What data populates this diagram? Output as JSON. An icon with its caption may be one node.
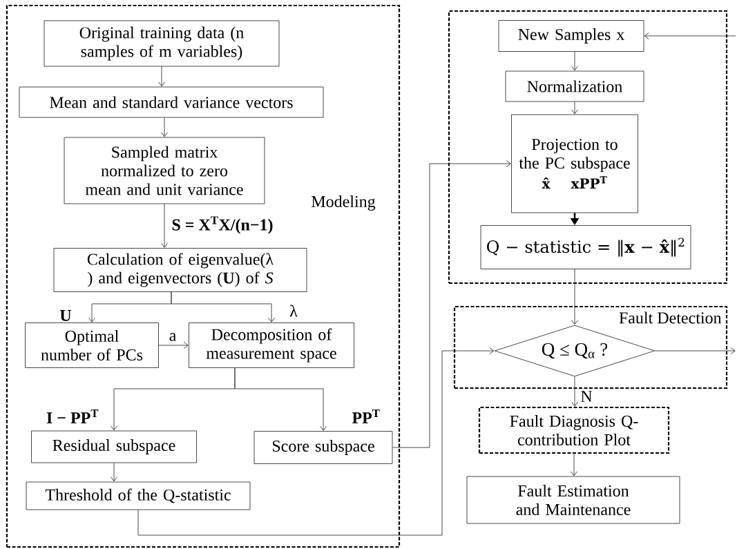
{
  "diagram": {
    "nodes": [
      {
        "text": [
          "Modeling"
        ]
      },
      {
        "text": [
          "Original training data (n samples of m variables)"
        ],
        "in": 0
      },
      {
        "text": [
          "Mean and standard variance vectors"
        ],
        "in": 0
      },
      {
        "text": [
          "Sampled matrix normalized to zero mean and unit variance"
        ],
        "in": 0
      },
      {
        "text": [
          "Calculation of eigenvalue(λ ) and eigenvectors (**U**) of *S*"
        ],
        "in": 0
      },
      {
        "text": [
          "Optimal number of PCs"
        ],
        "in": 0
      },
      {
        "text": [
          "Decomposition of measurement space"
        ],
        "in": 0
      },
      {
        "text": [
          "Residual subspace"
        ],
        "in": 0
      },
      {
        "text": [
          "Score subspace"
        ],
        "in": 0
      },
      {
        "text": [
          "Threshold of the Q-statistic"
        ],
        "in": 0
      },
      {
        "text": [],
        "shape": "box"
      },
      {
        "text": [
          "New Samples x"
        ],
        "in": 10
      },
      {
        "text": [
          "Normalization"
        ],
        "in": 10
      },
      {
        "text": [
          "Projection to the PC subspace",
          "x̂",
          "xPP$^{T}$"
        ],
        "in": 10
      },
      {
        "text": [
          "Q − statistic = ‖**x** − **x̂**‖$^{2}$"
        ],
        "in": 10
      },
      {
        "text": [
          "Fault Detection"
        ]
      },
      {
        "text": [
          "Q ≤ Q$_{α}$ ?"
        ],
        "in": 15
      },
      {
        "text": [
          "Fault Diagnosis Q-contribution Plot"
        ]
      },
      {
        "text": [
          "Fault Estimation and Maintenance"
        ]
      }
    ],
    "edges": [
      {
        "from": 1,
        "to": 2,
        "arrow": "to"
      },
      {
        "from": 2,
        "to": 3,
        "arrow": "to"
      },
      {
        "from": 3,
        "to": 4,
        "arrow": "to",
        "label": "S = X$^{T}$X/(n−1)"
      },
      {
        "from": 4,
        "to": 5,
        "arrow": "to",
        "label": "U"
      },
      {
        "from": 4,
        "to": 6,
        "arrow": "to",
        "label": "λ"
      },
      {
        "from": 5,
        "to": 6,
        "arrow": "to",
        "label": "a"
      },
      {
        "from": 6,
        "to": 7,
        "arrow": "to",
        "label": "I − PP$^{T}$"
      },
      {
        "from": 6,
        "to": 8,
        "arrow": "to",
        "label": "PP$^{T}$"
      },
      {
        "from": 7,
        "to": 9,
        "arrow": "to"
      },
      {
        "from": 9,
        "to": 16,
        "arrow": "to"
      },
      {
        "from": 8,
        "to": 13,
        "arrow": "to"
      },
      {
        "from": 11,
        "to": 12,
        "arrow": "to"
      },
      {
        "from": 12,
        "to": 13,
        "arrow": "to"
      },
      {
        "from": 13,
        "to": 14,
        "arrow": "to",
        "style": "thick"
      },
      {
        "from": 14,
        "to": 16,
        "arrow": "to"
      },
      {
        "from": 16,
        "to": 17,
        "arrow": "to",
        "label": "N"
      },
      {
        "from": 17,
        "to": 18,
        "arrow": "to"
      },
      {
        "from": 16,
        "to": null,
        "arrow": "to"
      },
      {
        "from": null,
        "to": 11,
        "arrow": "to"
      }
    ]
  }
}
